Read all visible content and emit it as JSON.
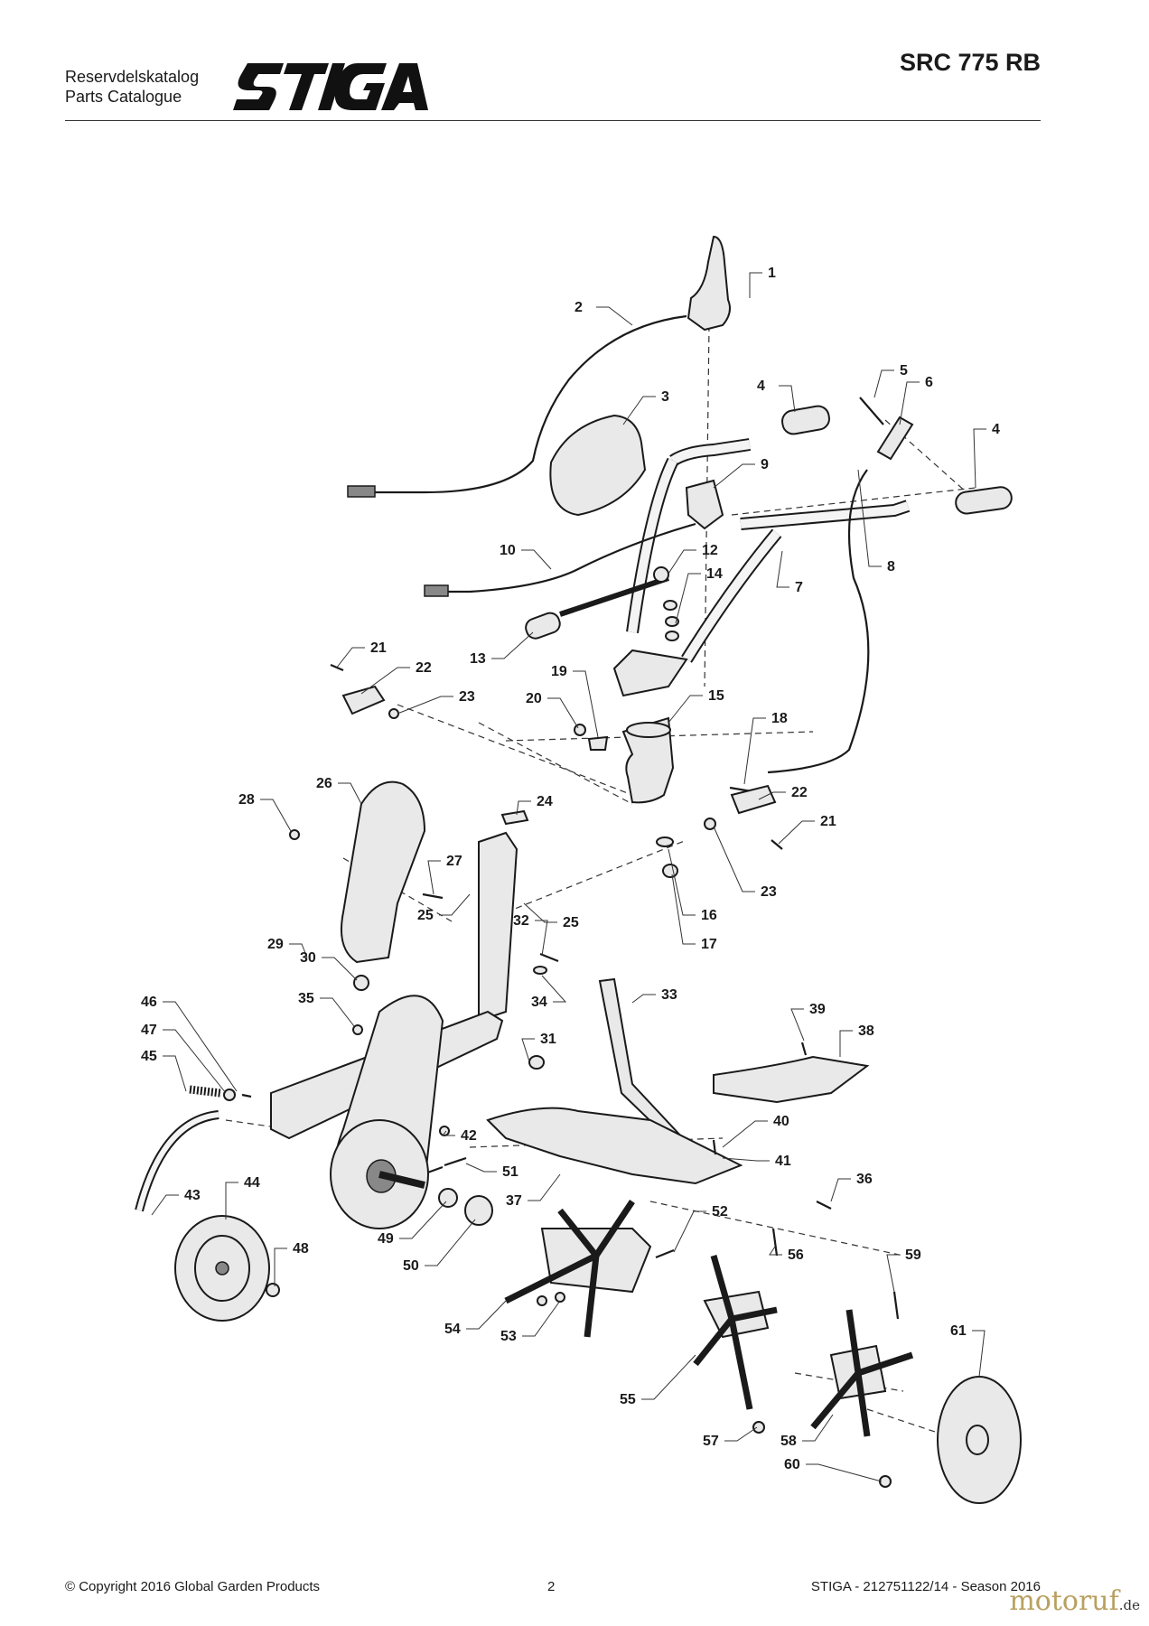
{
  "header": {
    "catalog_title_sv": "Reservdelskatalog",
    "catalog_title_en": "Parts Catalogue",
    "brand": "STIGA",
    "model": "SRC 775 RB"
  },
  "diagram": {
    "part_numbers": [
      "1",
      "2",
      "3",
      "4",
      "4",
      "5",
      "6",
      "7",
      "8",
      "9",
      "10",
      "12",
      "13",
      "14",
      "15",
      "16",
      "17",
      "18",
      "19",
      "20",
      "21",
      "21",
      "22",
      "22",
      "23",
      "23",
      "24",
      "25",
      "25",
      "26",
      "27",
      "28",
      "29",
      "30",
      "31",
      "32",
      "33",
      "34",
      "35",
      "36",
      "37",
      "38",
      "39",
      "40",
      "41",
      "42",
      "43",
      "44",
      "45",
      "46",
      "47",
      "48",
      "49",
      "50",
      "51",
      "52",
      "53",
      "54",
      "55",
      "56",
      "57",
      "58",
      "59",
      "60",
      "61"
    ]
  },
  "footer": {
    "copyright": "© Copyright 2016 Global Garden Products",
    "page_number": "2",
    "doc_ref": "STIGA - 212751122/14 - Season 2016"
  },
  "watermark": {
    "name": "motoruf",
    "tld": ".de"
  }
}
